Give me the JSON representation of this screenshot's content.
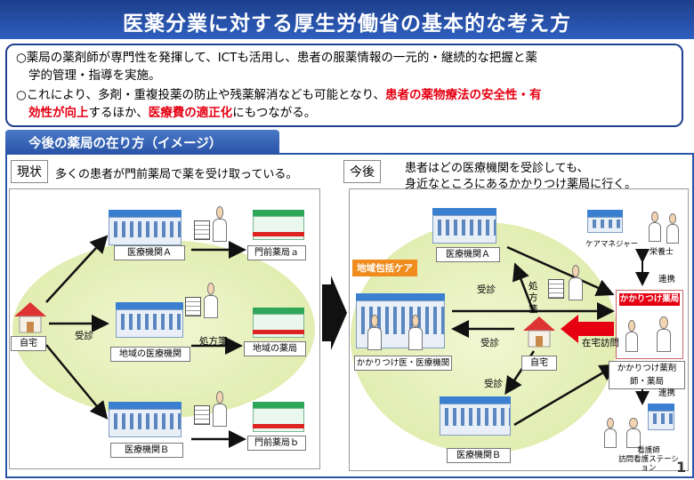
{
  "title": "医薬分業に対する厚生労働省の基本的な考え方",
  "intro": {
    "p1": "○薬局の薬剤師が専門性を発揮して、ICTも活用し、患者の服薬情報の一元的・継続的な把握と薬",
    "p1b": "学的管理・指導を実施。",
    "p2_a": "○これにより、多剤・重複投薬の防止や残薬解消なども可能となり、",
    "p2_red1": "患者の薬物療法の安全性・有",
    "p3_red1": "効性が向上",
    "p3_a": "するほか、",
    "p3_red2": "医療費の適正化",
    "p3_b": "にもつながる。"
  },
  "section_tab": "今後の薬局の在り方（イメージ）",
  "current": {
    "tag": "現状",
    "desc": "多くの患者が門前薬局で薬を受け取っている。",
    "home": "自宅",
    "consult": "受診",
    "prescription": "処方箋",
    "hospital_a": "医療機関Ａ",
    "hospital_local": "地域の医療機関",
    "hospital_b": "医療機関Ｂ",
    "pharmacy_a": "門前薬局ａ",
    "pharmacy_local": "地域の薬局",
    "pharmacy_b": "門前薬局ｂ"
  },
  "future": {
    "tag": "今後",
    "desc1": "患者はどの医療機関を受診しても、",
    "desc2": "身近なところにあるかかりつけ薬局に行く。",
    "community_care": "地域包括ケア",
    "hospital_a": "医療機関Ａ",
    "hospital_b": "医療機関Ｂ",
    "family_doctor": "かかりつけ医・医療機関",
    "home": "自宅",
    "consult_1": "受診",
    "consult_2": "受診",
    "consult_3": "受診",
    "prescription": "処方箋",
    "kakaritsuke_sign": "かかりつけ薬局",
    "kakaritsuke_label": "かかりつけ薬剤師・薬局",
    "home_visit": "在宅訪問",
    "care_manager": "ケアマネジャー",
    "dietitian": "栄養士",
    "coop_1": "連携",
    "coop_2": "連携",
    "nurse_station": "看護師\n訪問看護ステーション"
  },
  "page_number": "1",
  "colors": {
    "title_bg": "#1d3f8a",
    "accent_red": "#e60012",
    "frame_blue": "#2a55a8",
    "ellipse": "#dbe9a4",
    "pharmacy_orange": "#f08c1e"
  }
}
